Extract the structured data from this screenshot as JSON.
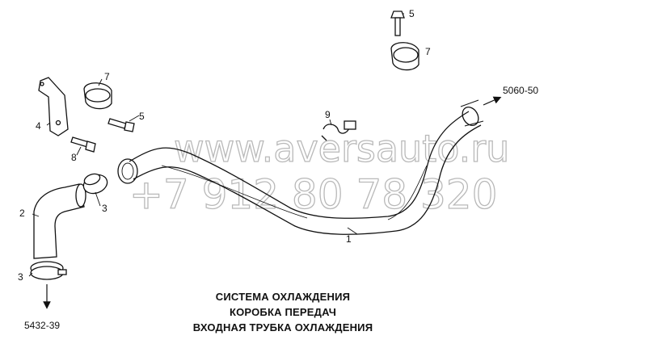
{
  "watermark": {
    "site": "www.aversauto.ru",
    "phone": "+7 912 80 78 320"
  },
  "callouts": {
    "c1": "1",
    "c2": "2",
    "c3a": "3",
    "c3b": "3",
    "c4": "4",
    "c5a": "5",
    "c5b": "5",
    "c7a": "7",
    "c7b": "7",
    "c8": "8",
    "c9": "9",
    "ref_out": "5060-50",
    "ref_in": "5432-39"
  },
  "caption": {
    "line1": "СИСТЕМА ОХЛАЖДЕНИЯ",
    "line2": "КОРОБКА ПЕРЕДАЧ",
    "line3": "ВХОДНАЯ ТРУБКА ОХЛАЖДЕНИЯ"
  }
}
